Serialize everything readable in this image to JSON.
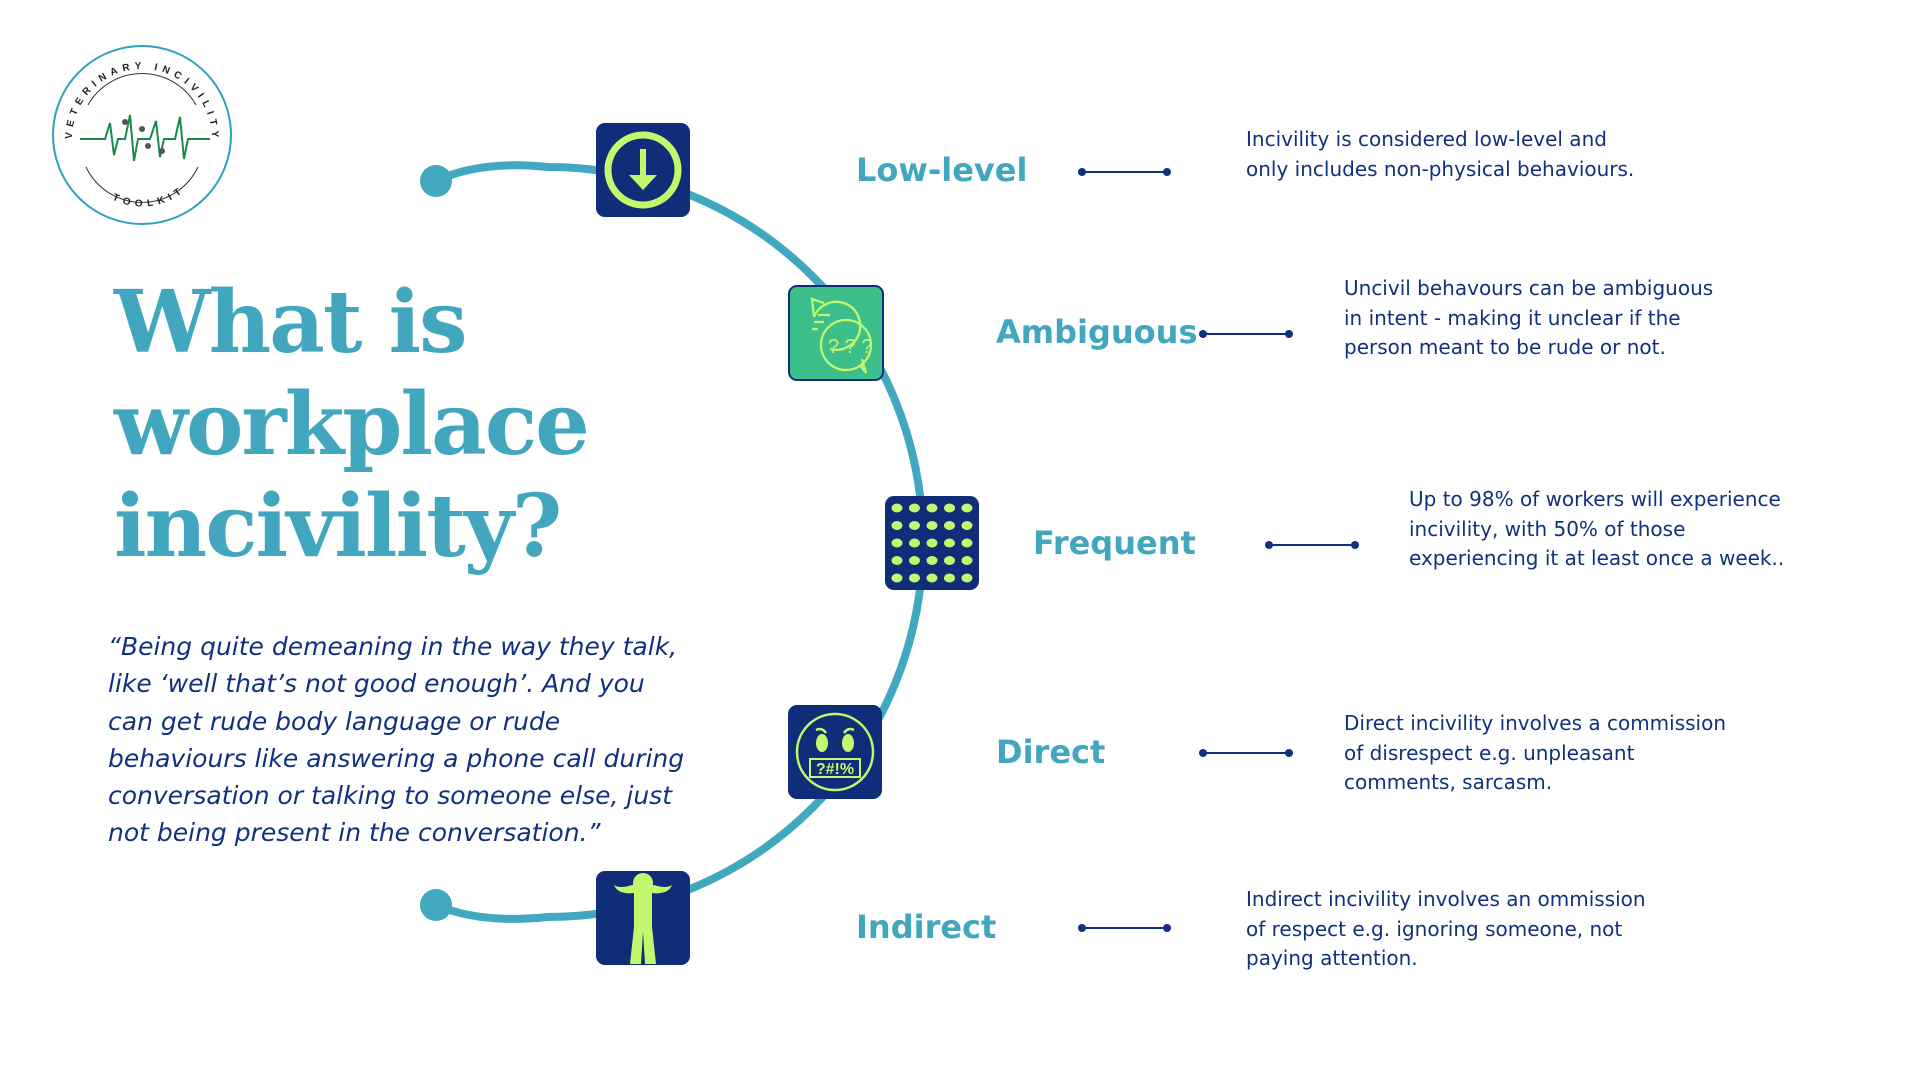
{
  "logo": {
    "top_text": "VETERINARY INCIVILITY",
    "bottom_text": "TOOLKIT"
  },
  "title": {
    "line1": "What is",
    "line2": "workplace",
    "line3": "incivility?"
  },
  "quote": "“Being quite demeaning in the way they talk, like ‘well that’s not good enough’. And you can get rude body language or rude behaviours like answering a phone call during conversation or talking to someone else, just not being present in the conversation.”",
  "colors": {
    "teal": "#42A7BE",
    "navy": "#0f2d78",
    "lime": "#c3f76e",
    "green": "#3dbf8c"
  },
  "items": [
    {
      "label": "Low-level",
      "icon": "arrow-down-circle-icon",
      "description": "Incivility is considered low-level and only includes non-physical behaviours."
    },
    {
      "label": "Ambiguous",
      "icon": "question-speech-bubbles-icon",
      "description": "Uncivil behavours can be ambiguous in intent - making it unclear if the person meant to be rude or not."
    },
    {
      "label": "Frequent",
      "icon": "dot-grid-icon",
      "description": "Up to 98% of workers will experience incivility, with 50% of those experiencing it at least once a week.."
    },
    {
      "label": "Direct",
      "icon": "swearing-face-icon",
      "description": "Direct incivility involves a commission of disrespect e.g. unpleasant comments, sarcasm."
    },
    {
      "label": "Indirect",
      "icon": "ignoring-person-icon",
      "description": "Indirect incivility involves an ommission of respect e.g. ignoring someone, not paying attention."
    }
  ]
}
